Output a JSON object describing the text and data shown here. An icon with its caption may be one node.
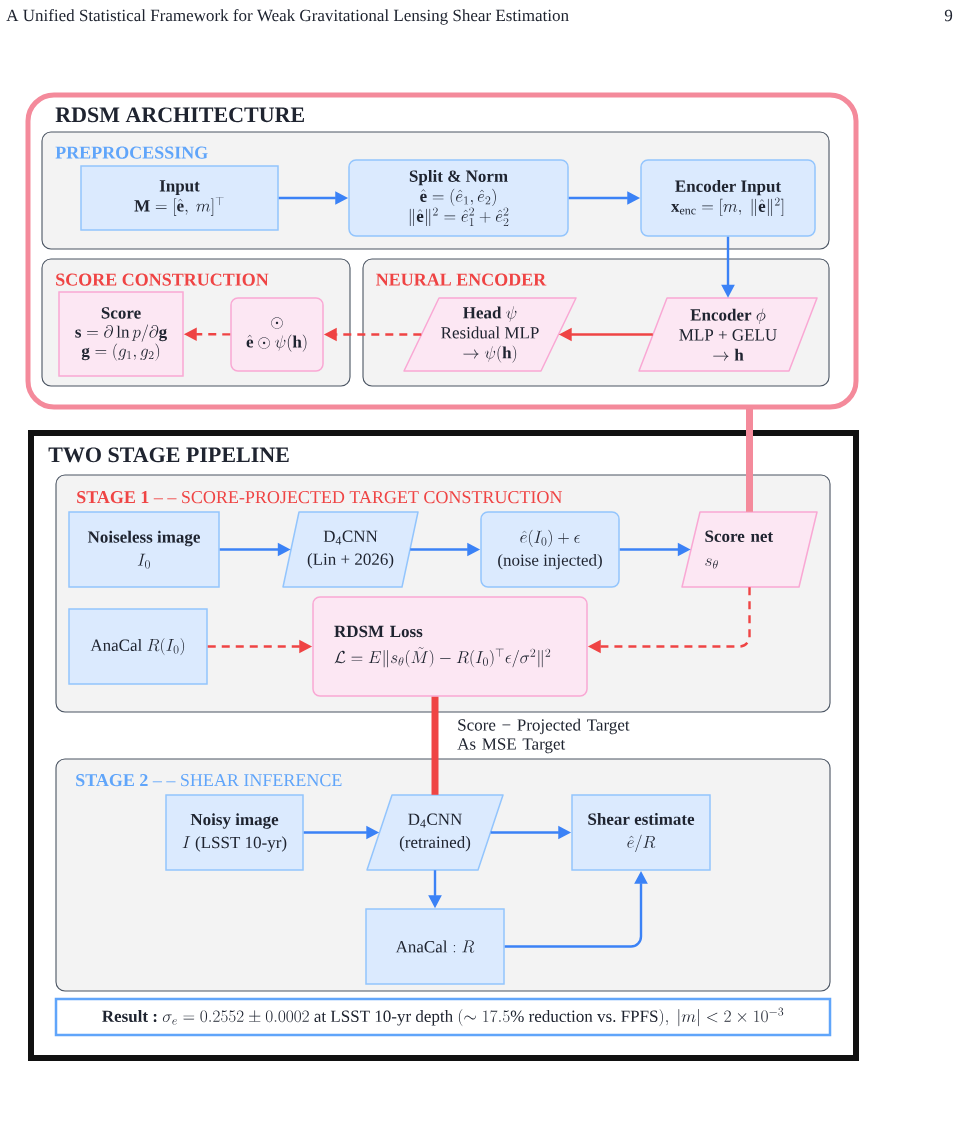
{
  "diagram": {
    "nodes": [
      {
        "text": [
          "RDSM ARCHITECTURE"
        ]
      },
      {
        "text": [
          "PREPROCESSING"
        ],
        "in": 0
      },
      {
        "text": [
          "Input",
          "\\mathbf{M} = [\\hat{\\mathbf{e}},\\ m]^{\\top}"
        ],
        "in": 1
      },
      {
        "text": [
          "Split & Norm",
          "\\hat{\\mathbf{e}} = (\\hat{e}_1, \\hat{e}_2)",
          "\\|\\hat{\\mathbf{e}}\\|^2 = \\hat{e}_1^2 + \\hat{e}_2^2"
        ],
        "in": 1
      },
      {
        "text": [
          "Encoder Input",
          "\\mathbf{x}_{\\mathrm{enc}} = [m,\\ \\|\\hat{\\mathbf{e}}\\|^2]"
        ],
        "in": 1
      },
      {
        "text": [
          "SCORE CONSTRUCTION"
        ],
        "in": 0
      },
      {
        "text": [
          "Score",
          "\\mathbf{s} = \\partial \\ln p / \\partial \\mathbf{g}",
          "\\mathbf{g} = (g_1, g_2)"
        ],
        "in": 5
      },
      {
        "text": [
          "\\odot",
          "\\hat{\\mathbf{e}} \\odot \\psi(\\mathbf{h})"
        ],
        "in": 5
      },
      {
        "text": [
          "NEURAL ENCODER"
        ],
        "in": 0
      },
      {
        "text": [
          "\\textbf{Head}\\ \\psi",
          "Residual MLP",
          "\\rightarrow \\psi(\\mathbf{h})"
        ],
        "in": 8
      },
      {
        "text": [
          "\\textbf{Encoder}\\ \\phi",
          "MLP + GELU",
          "\\rightarrow \\mathbf{h}"
        ],
        "in": 8
      },
      {
        "text": [
          "TWO STAGE PIPELINE"
        ]
      },
      {
        "text": [
          "**STAGE 1** – – SCORE-PROJECTED TARGET CONSTRUCTION"
        ],
        "in": 11
      },
      {
        "text": [
          "Noiseless image",
          "I_0"
        ],
        "in": 12
      },
      {
        "text": [
          "D$_{4}$CNN",
          "(Lin + 2026)"
        ],
        "in": 12
      },
      {
        "text": [
          "\\hat{e}(I_0) + \\epsilon",
          "(noise injected)"
        ],
        "in": 12
      },
      {
        "text": [
          "Score net",
          "s_\\theta"
        ],
        "in": 12
      },
      {
        "text": [
          "\\textrm{AnaCal}\\ R(I_0)"
        ],
        "in": 12
      },
      {
        "text": [
          "RDSM Loss",
          "\\mathcal{L} = E\\|s_\\theta(\\tilde{M}) - R(I_0)^{\\top}\\epsilon/\\sigma^2\\|^2"
        ],
        "in": 12
      },
      {
        "text": [
          "**STAGE 2** – – SHEAR INFERENCE"
        ],
        "in": 11
      },
      {
        "text": [
          "Noisy image",
          "I\\ \\textrm{(LSST 10-yr)}"
        ],
        "in": 19
      },
      {
        "text": [
          "D$_{4}$CNN",
          "(retrained)"
        ],
        "in": 19
      },
      {
        "text": [
          "Shear estimate",
          "\\hat{e}/R"
        ],
        "in": 19
      },
      {
        "text": [
          "\\textrm{AnaCal} : R"
        ],
        "in": 19
      },
      {
        "text": [
          "\\textbf{Result :}\\ \\sigma_e = 0.2552 \\pm 0.0002\\ \\textrm{at LSST 10-yr depth}\\ (\\sim 17.5\\%\\ \\textrm{reduction vs.\\ FPFS}),\\ |m| < 2 \\times 10^{-3}"
        ],
        "in": 11
      }
    ],
    "edges": [
      {
        "from": 2,
        "to": 3,
        "arrow": "to"
      },
      {
        "from": 3,
        "to": 4,
        "arrow": "to"
      },
      {
        "from": 4,
        "to": 10,
        "arrow": "to"
      },
      {
        "from": 10,
        "to": 9,
        "arrow": "to",
        "color": "#ef4444"
      },
      {
        "from": 9,
        "to": 7,
        "arrow": "to",
        "style": "dashed",
        "color": "#ef4444"
      },
      {
        "from": 7,
        "to": 6,
        "arrow": "to",
        "style": "dashed",
        "color": "#ef4444"
      },
      {
        "from": 0,
        "to": 16,
        "arrow": "none",
        "style": "thick",
        "color": "#f48a9b"
      },
      {
        "from": 13,
        "to": 14,
        "arrow": "to"
      },
      {
        "from": 14,
        "to": 15,
        "arrow": "to"
      },
      {
        "from": 15,
        "to": 16,
        "arrow": "to"
      },
      {
        "from": 16,
        "to": 18,
        "arrow": "to",
        "style": "dashed",
        "color": "#ef4444"
      },
      {
        "from": 17,
        "to": 18,
        "arrow": "to",
        "style": "dashed",
        "color": "#ef4444"
      },
      {
        "from": 18,
        "to": 21,
        "arrow": "none",
        "style": "thick",
        "color": "#ef4444",
        "label": "Score − Projected Target As MSE Target"
      },
      {
        "from": 20,
        "to": 21,
        "arrow": "to"
      },
      {
        "from": 21,
        "to": 22,
        "arrow": "to"
      },
      {
        "from": 21,
        "to": 23,
        "arrow": "to"
      },
      {
        "from": 23,
        "to": 22,
        "arrow": "to"
      }
    ],
    "labels": [
      "A Unified Statistical Framework for Weak Gravitational Lensing Shear Estimation",
      "9"
    ]
  }
}
